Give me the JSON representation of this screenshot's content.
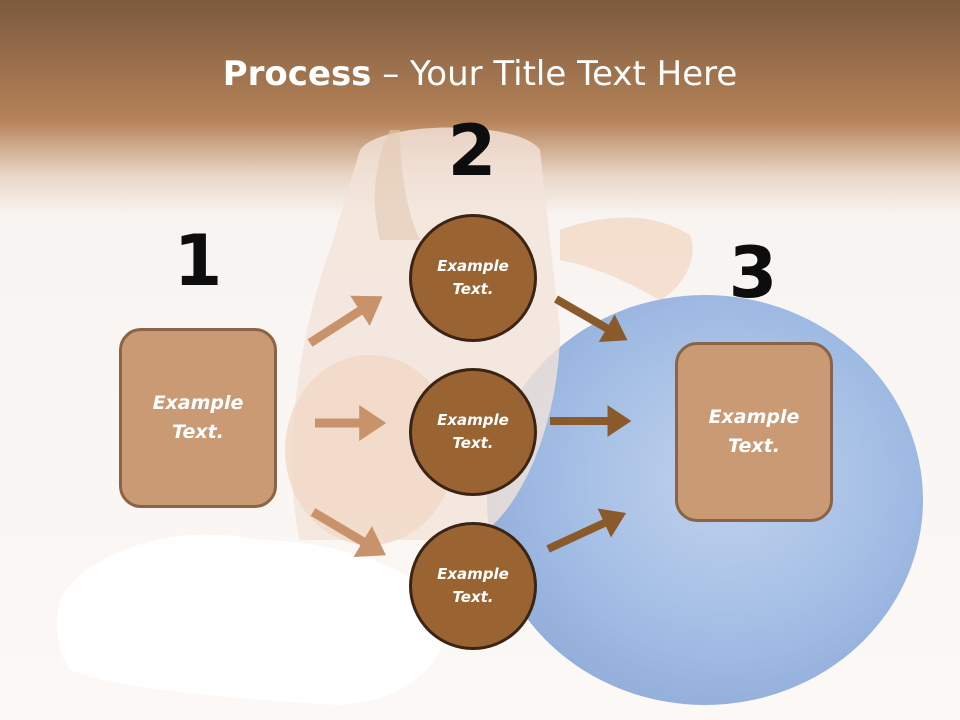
{
  "title": {
    "bold": "Process",
    "rest": " – Your Title Text Here"
  },
  "steps": {
    "step1": {
      "number": "1",
      "line1": "Example",
      "line2": "Text."
    },
    "step2": {
      "number": "2",
      "items": [
        {
          "line1": "Example",
          "line2": "Text."
        },
        {
          "line1": "Example",
          "line2": "Text."
        },
        {
          "line1": "Example",
          "line2": "Text."
        }
      ]
    },
    "step3": {
      "number": "3",
      "line1": "Example",
      "line2": "Text."
    }
  },
  "colors": {
    "box_fill": "#c99a74",
    "circle_fill": "#9a6432",
    "arrow_light": "#c8936a",
    "arrow_dark": "#8b5a2b"
  }
}
